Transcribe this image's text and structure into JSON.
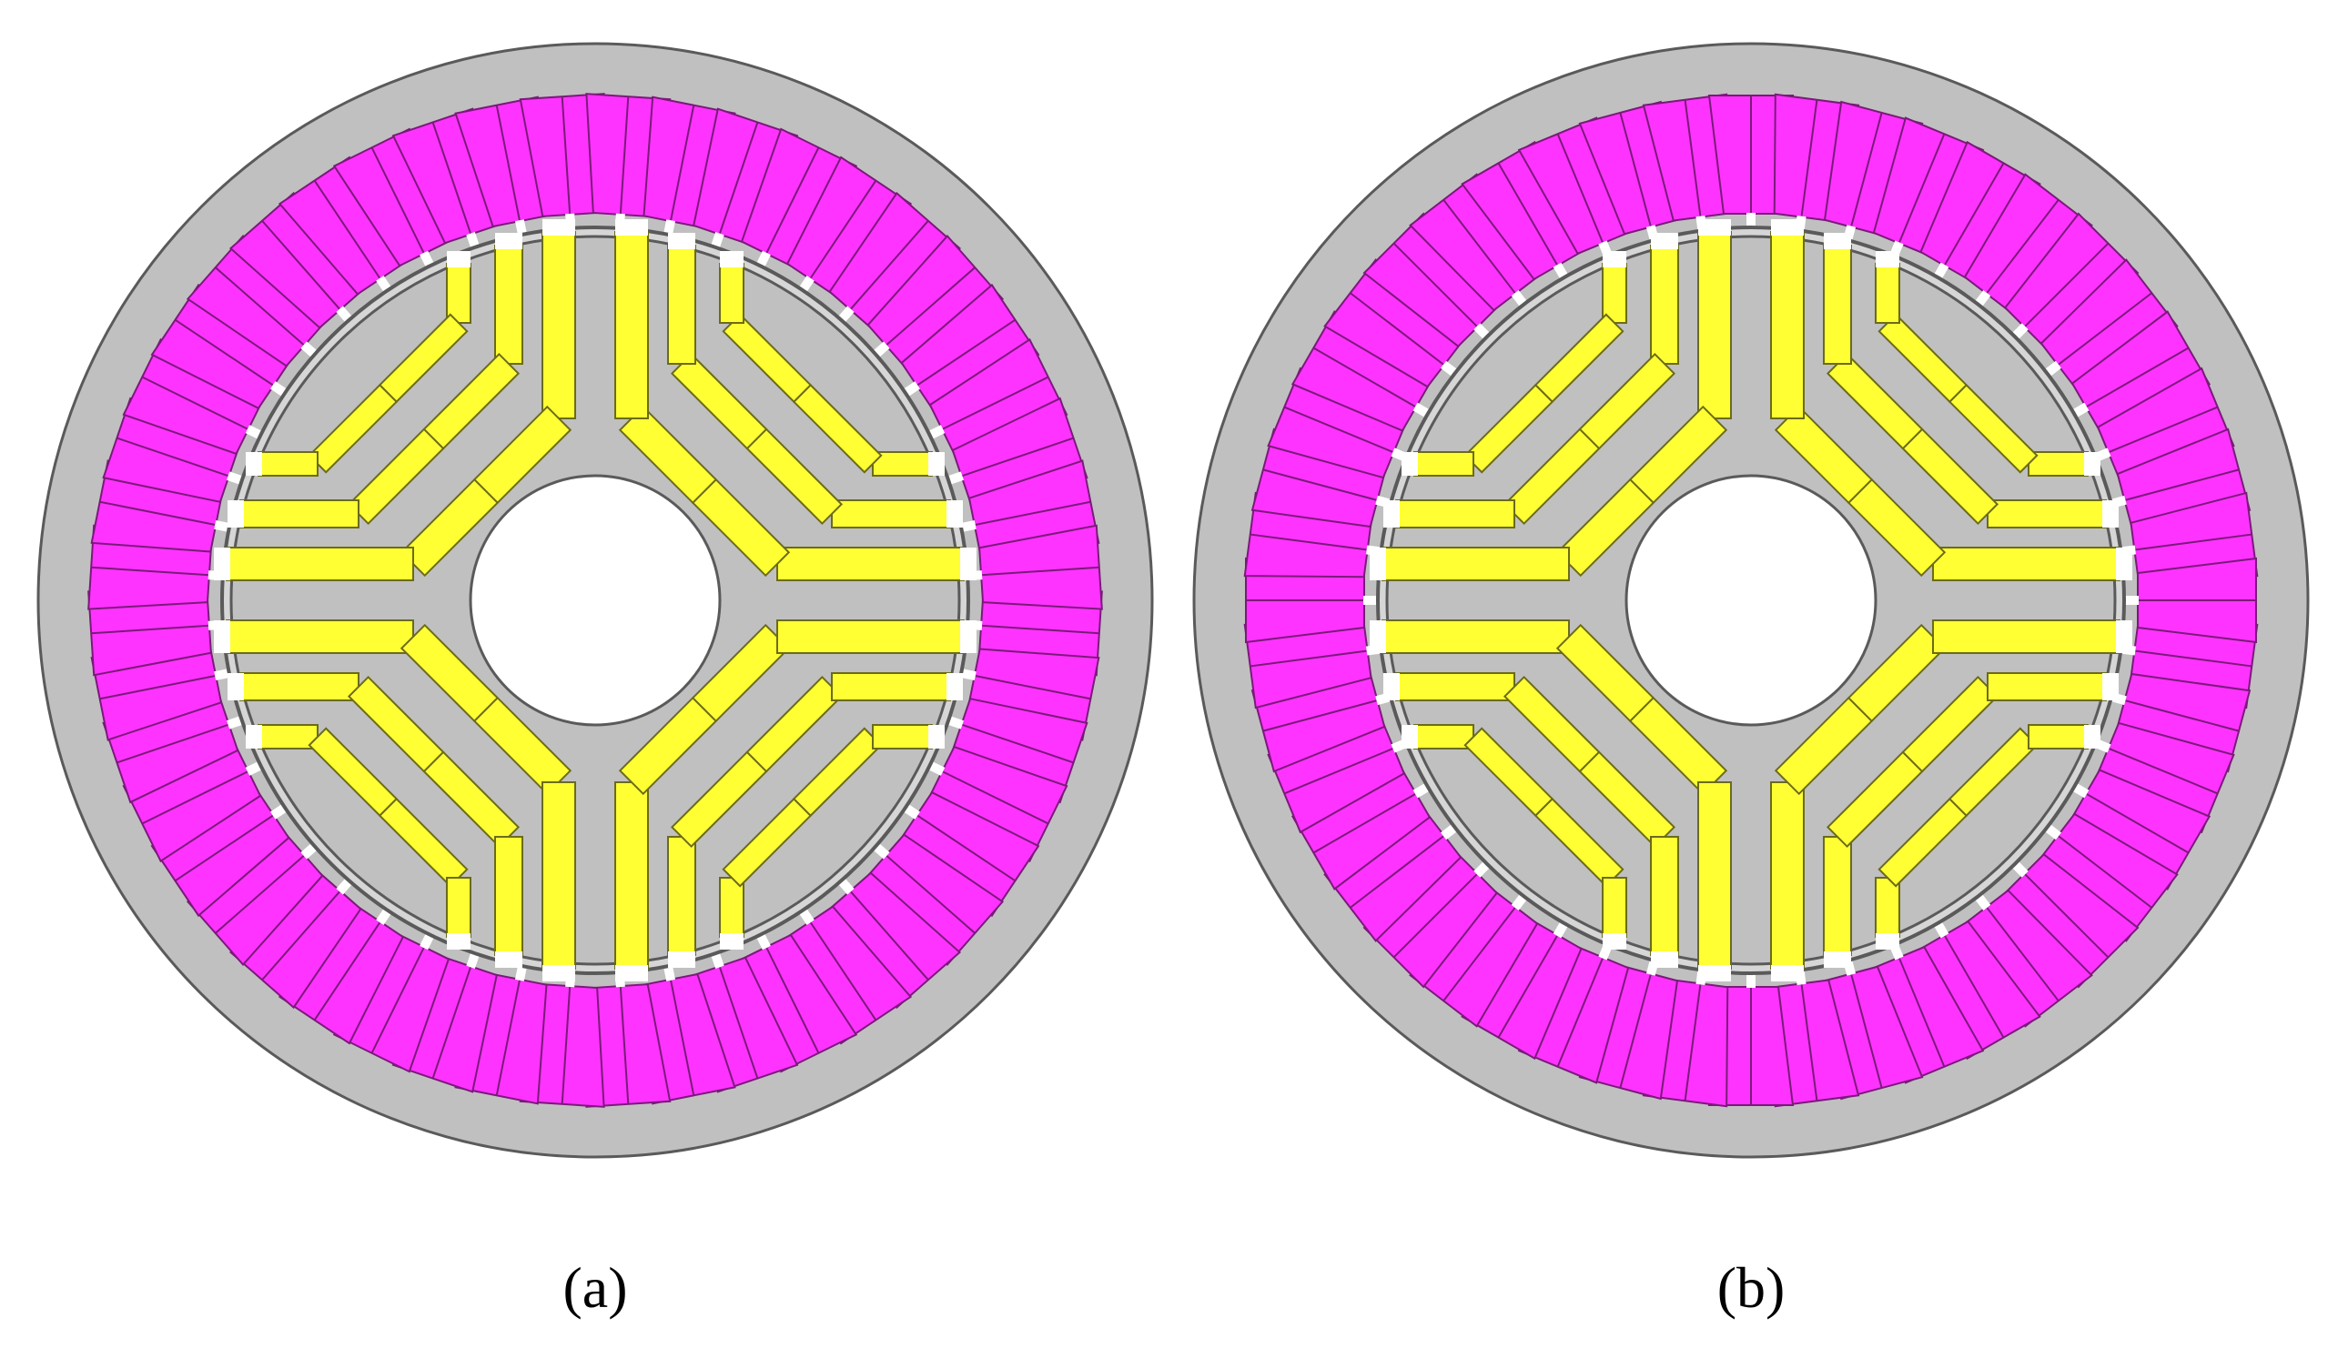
{
  "figure": {
    "panels": [
      {
        "label": "(a)",
        "slot_count": 48,
        "slot_skew_deg": 0
      },
      {
        "label": "(b)",
        "slot_count": 48,
        "slot_skew_deg": 3.75
      }
    ]
  },
  "colors": {
    "background": "#ffffff",
    "steel": "#c0c0c0",
    "outline": "#5a5a5a",
    "winding": "#ff33ff",
    "winding_edge": "#7a1a7a",
    "magnet": "#ffff33",
    "magnet_edge": "#6b6b1a",
    "shaft_hole": "#ffffff"
  }
}
